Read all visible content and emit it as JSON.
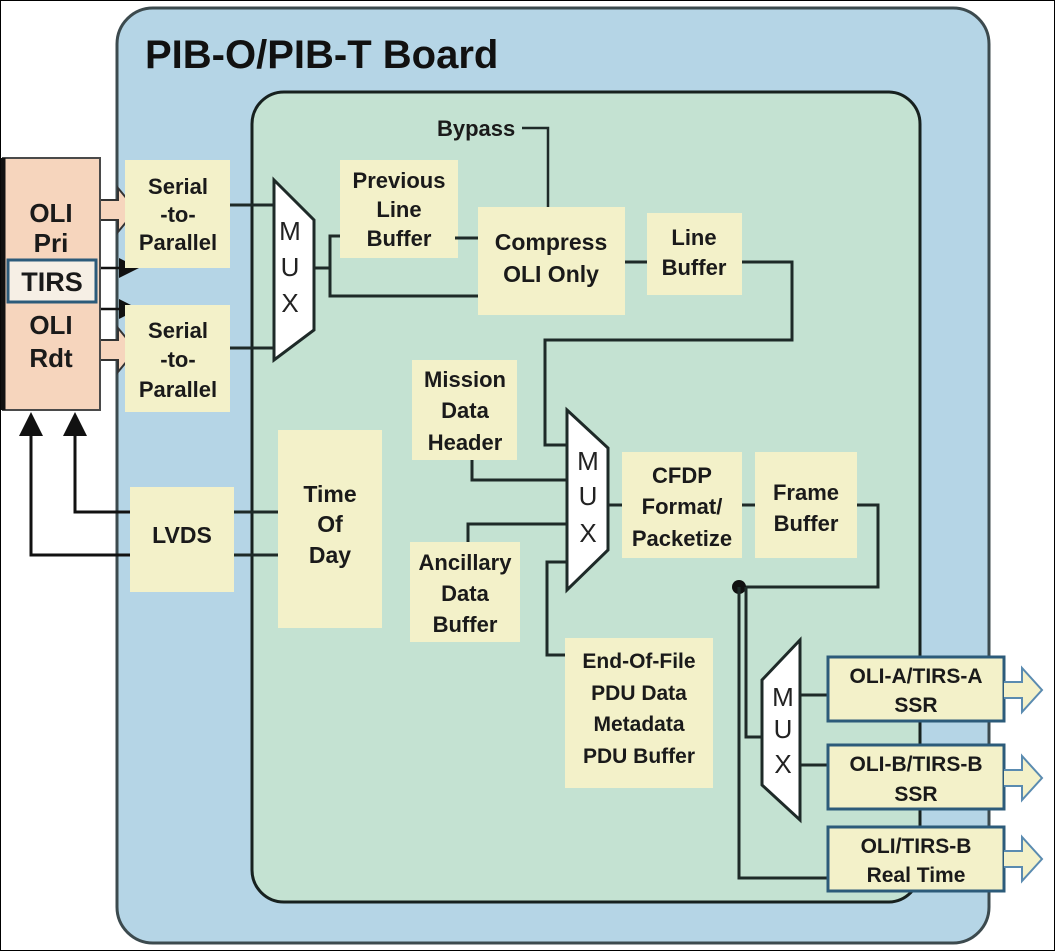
{
  "diagram": {
    "title": "PIB-O/PIB-T Board",
    "colors": {
      "board_fill": "#b5d5e6",
      "inner_fill": "#c4e2d2",
      "block_fill": "#f3f1c9",
      "source_fill": "#f6d5bd",
      "line": "#1e2a28"
    },
    "source_block": {
      "oli_pri": [
        "OLI",
        "Pri"
      ],
      "tirs": "TIRS",
      "oli_rdt": [
        "OLI",
        "Rdt"
      ]
    },
    "blocks": {
      "serial_to_parallel_1": [
        "Serial",
        "-to-",
        "Parallel"
      ],
      "serial_to_parallel_2": [
        "Serial",
        "-to-",
        "Parallel"
      ],
      "lvds": [
        "LVDS"
      ],
      "time_of_day": [
        "Time",
        "Of",
        "Day"
      ],
      "previous_line_buffer": [
        "Previous",
        "Line",
        "Buffer"
      ],
      "compress": [
        "Compress",
        "OLI Only"
      ],
      "line_buffer": [
        "Line",
        "Buffer"
      ],
      "bypass": "Bypass",
      "mission_data_header": [
        "Mission",
        "Data",
        "Header"
      ],
      "ancillary_data_buffer": [
        "Ancillary",
        "Data",
        "Buffer"
      ],
      "cfdp": [
        "CFDP",
        "Format/",
        "Packetize"
      ],
      "frame_buffer": [
        "Frame",
        "Buffer"
      ],
      "eof_pdu": [
        "End-Of-File",
        "PDU Data",
        "Metadata",
        "PDU Buffer"
      ]
    },
    "mux_label": [
      "M",
      "U",
      "X"
    ],
    "outputs": [
      [
        "OLI-A/TIRS-A",
        "SSR"
      ],
      [
        "OLI-B/TIRS-B",
        "SSR"
      ],
      [
        "OLI/TIRS-B",
        "Real Time"
      ]
    ]
  }
}
